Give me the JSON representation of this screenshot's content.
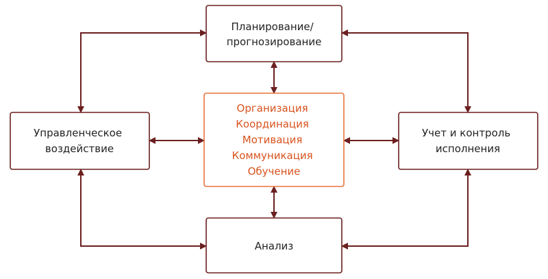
{
  "colors": {
    "box_border": "#6b1f1f",
    "center_border": "#e8743b",
    "arrow": "#6b1f1f",
    "text": "#222222",
    "center_text": "#d9531e"
  },
  "nodes": {
    "top": {
      "lines": [
        "Планирование/",
        "прогнозирование"
      ]
    },
    "left": {
      "lines": [
        "Управленческое",
        "воздействие"
      ]
    },
    "center": {
      "lines": [
        "Организация",
        "Координация",
        "Мотивация",
        "Коммуникация",
        "Обучение"
      ]
    },
    "right": {
      "lines": [
        "Учет и контроль",
        "исполнения"
      ]
    },
    "bottom": {
      "lines": [
        "Анализ"
      ]
    }
  }
}
